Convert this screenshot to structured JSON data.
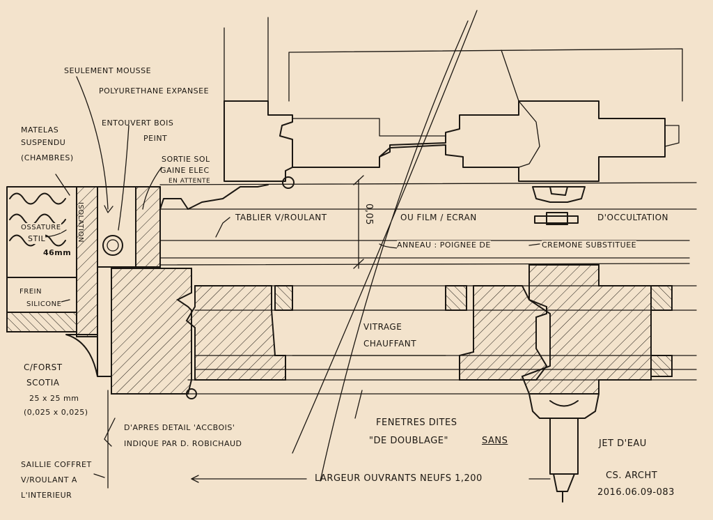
{
  "sketch": {
    "notes": {
      "seulement_mousse": "SEULEMENT MOUSSE",
      "polyurethane": "POLYURETHANE EXPANSEE",
      "matelas": "MATELAS",
      "suspendu": "SUSPENDU",
      "chambres": "(CHAMBRES)",
      "entouvert": "ENTOUVERT BOIS",
      "peint": "PEINT",
      "sortie_sol": "SORTIE SOL",
      "gaine_elec": "GAINE ELEC",
      "en_attente": "EN ATTENTE",
      "ossature": "OSSATURE",
      "stil": "STIL",
      "stil_dim": "46mm",
      "isolation_vertical": "ISOLATION",
      "frein": "FREIN",
      "silicone": "SILICONE",
      "tablier": "TABLIER V/ROULANT",
      "ou_film": "OU FILM / ECRAN",
      "occultation": "D'OCCULTATION",
      "anneau": "ANNEAU : POIGNEE DE",
      "cremone": "CREMONE SUBSTITUEE",
      "dim_vertical": "0,05",
      "vitrage": "VITRAGE",
      "chauffant": "CHAUFFANT",
      "cforst": "C/FORST",
      "scotia": "SCOTIA",
      "scotia_dims": "25 x 25 mm",
      "scotia_dims_m": "(0,025 x 0,025)",
      "dapres": "D'APRES DETAIL 'ACCBOIS'",
      "indique": "INDIQUE PAR   D. ROBICHAUD",
      "fenetres": "FENETRES DITES",
      "de_doublage": "\"DE DOUBLAGE\"",
      "sans": "SANS",
      "jet_deau": "JET D'EAU",
      "saillie1": "SAILLIE COFFRET",
      "saillie2": "V/ROULANT A",
      "saillie3": "L'INTERIEUR",
      "largeur": "LARGEUR OUVRANTS NEUFS 1,200",
      "signature": "CS. ARCHT",
      "date_code": "2016.06.09-083"
    }
  }
}
